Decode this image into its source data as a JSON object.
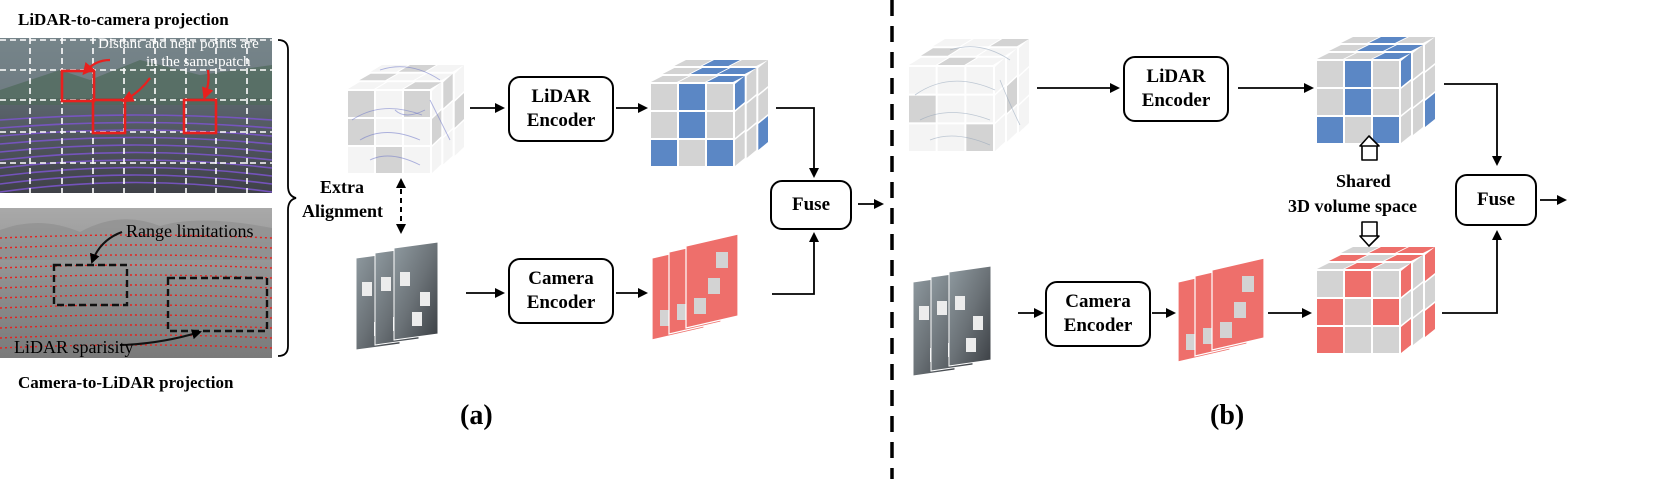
{
  "left_panel": {
    "top_title": "LiDAR-to-camera projection",
    "top_annotation_line1": "Distant and near points are",
    "top_annotation_line2": "in the same patch",
    "range_label": "Range limitations",
    "sparsity_label": "LiDAR sparisity",
    "bottom_title": "Camera-to-LiDAR projection"
  },
  "panel_a": {
    "extra_line1": "Extra",
    "extra_line2": "Alignment",
    "lidar_enc_line1": "LiDAR",
    "lidar_enc_line2": "Encoder",
    "camera_enc_line1": "Camera",
    "camera_enc_line2": "Encoder",
    "fuse": "Fuse",
    "caption": "(a)"
  },
  "panel_b": {
    "lidar_enc_line1": "LiDAR",
    "lidar_enc_line2": "Encoder",
    "camera_enc_line1": "Camera",
    "camera_enc_line2": "Encoder",
    "shared_line1": "Shared",
    "shared_line2": "3D volume space",
    "fuse": "Fuse",
    "caption": "(b)"
  },
  "colors": {
    "lidar_blue": "#5b87c5",
    "camera_red": "#ee6f6b",
    "cell_gray": "#d3d3d3",
    "alignment_red": "#e8201e"
  }
}
